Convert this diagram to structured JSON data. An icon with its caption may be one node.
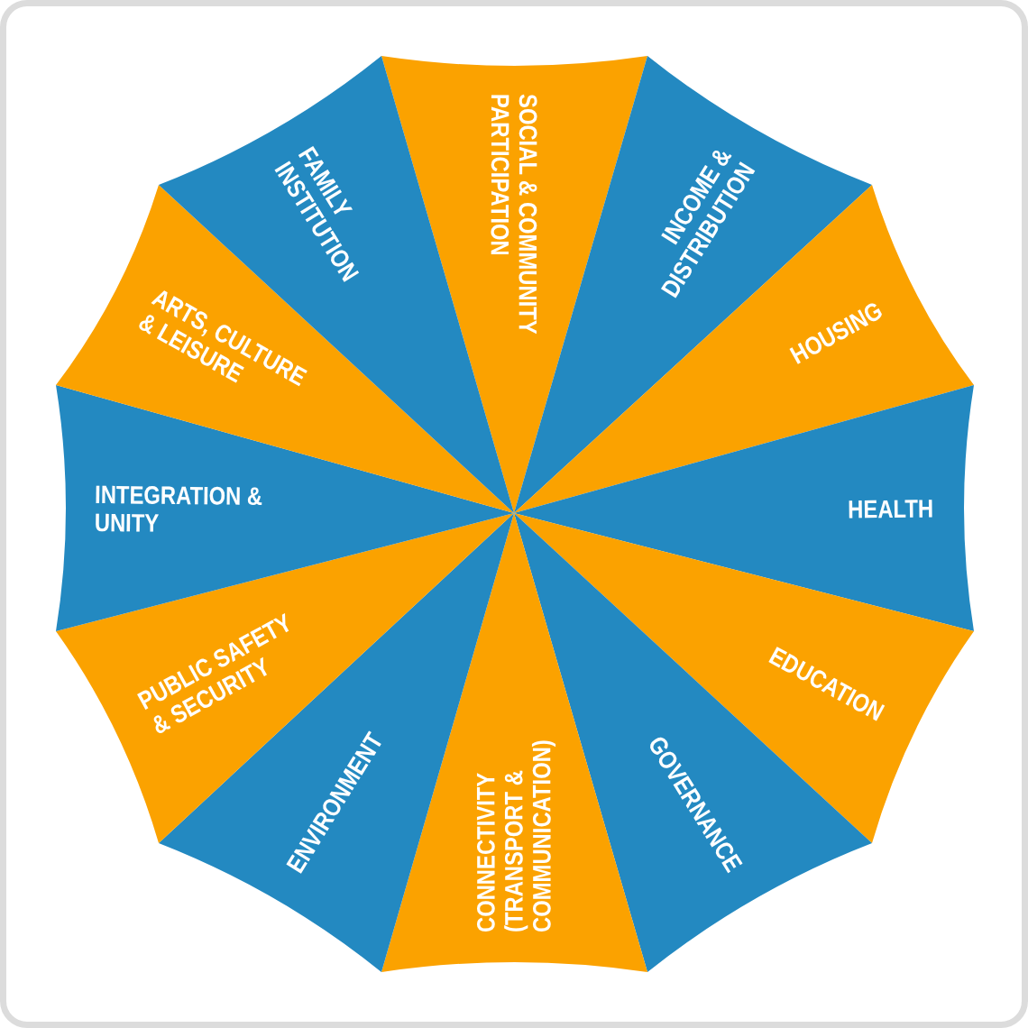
{
  "diagram": {
    "nodes": [
      {
        "text": [
          "SOCIAL & COMMUNITY PARTICIPATION"
        ]
      },
      {
        "text": [
          "INCOME & DISTRIBUTION"
        ]
      },
      {
        "text": [
          "HOUSING"
        ]
      },
      {
        "text": [
          "HEALTH"
        ]
      },
      {
        "text": [
          "EDUCATION"
        ]
      },
      {
        "text": [
          "GOVERNANCE"
        ]
      },
      {
        "text": [
          "CONNECTIVITY (TRANSPORT & COMMUNICATION)"
        ]
      },
      {
        "text": [
          "ENVIRONMENT"
        ]
      },
      {
        "text": [
          "PUBLIC SAFETY & SECURITY"
        ]
      },
      {
        "text": [
          "INTEGRATION & UNITY"
        ]
      },
      {
        "text": [
          "ARTS, CULTURE & LEISURE"
        ]
      },
      {
        "text": [
          "FAMILY INSTITUTION"
        ]
      }
    ]
  }
}
